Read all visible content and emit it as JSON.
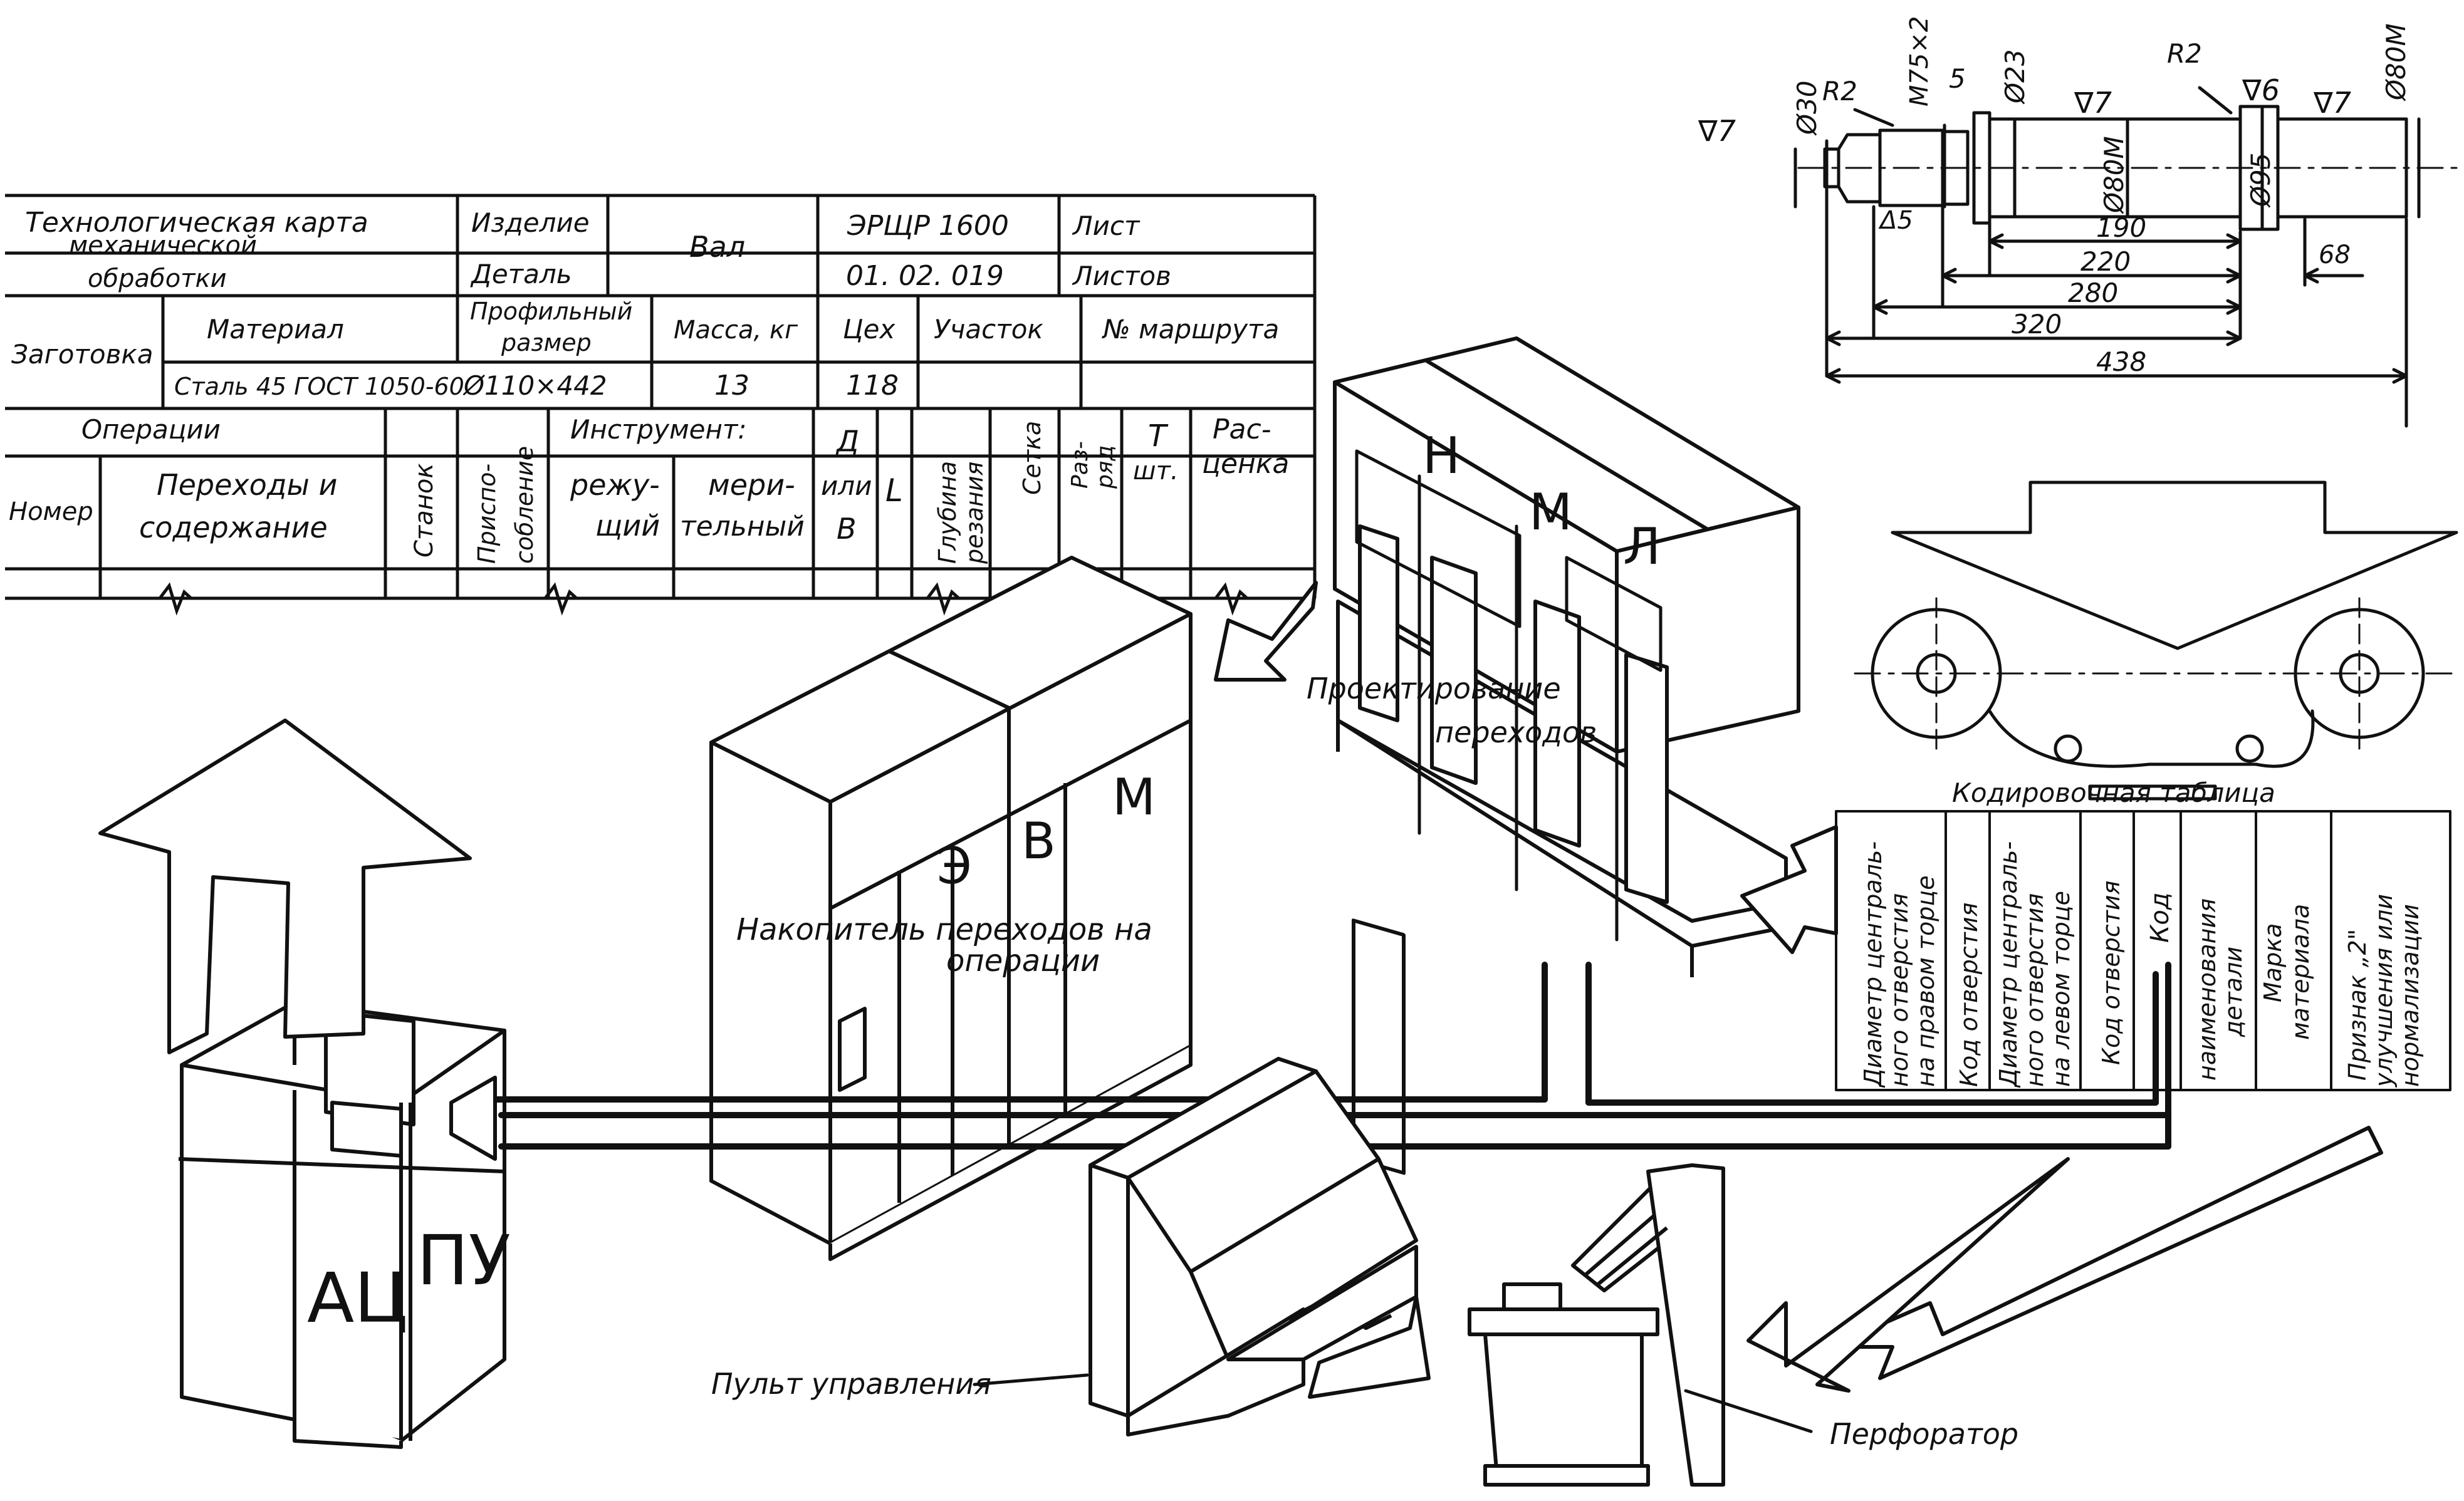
{
  "card": {
    "title_l1": "Технологическая карта",
    "title_l2": "механической",
    "title_l3": "обработки",
    "izdelie": "Изделие",
    "detal": "Деталь",
    "val": "Вал",
    "product_code": "ЭРЩР 1600",
    "detail_code": "01. 02. 019",
    "list": "Лист",
    "listov": "Листов",
    "zagotovka": "Заготовка",
    "material": "Материал",
    "prof_l1": "Профильный",
    "prof_l2": "размер",
    "massa": "Масса, кг",
    "ceh": "Цех",
    "uchastok": "Участок",
    "marshrut": "№ маршрута",
    "material_value": "Сталь 45 ГОСТ 1050-60",
    "prof_value": "Ø110×442",
    "massa_value": "13",
    "ceh_value": "118",
    "operacii": "Операции",
    "nomer": "Номер",
    "perehody_l1": "Переходы и",
    "perehody_l2": "содержание",
    "stanok": "Станок",
    "prisp_l1": "Приспо-",
    "prisp_l2": "собление",
    "instrument": "Инструмент:",
    "rezh_l1": "режу-",
    "rezh_l2": "щий",
    "mer_l1": "мери-",
    "mer_l2": "тельный",
    "d_l1": "Д",
    "d_l2": "или",
    "d_l3": "В",
    "L": "L",
    "glub_l1": "Глубина",
    "glub_l2": "резания",
    "setka": "Сетка",
    "razr_l1": "Раз-",
    "razr_l2": "ряд",
    "t_l1": "Т",
    "t_l2": "шт.",
    "rasc_l1": "Рас-",
    "rasc_l2": "ценка"
  },
  "shaft": {
    "d30": "Ø30",
    "r2a": "R2",
    "m75": "М75×2",
    "five": "5",
    "d23": "Ø23",
    "nabla7a": "∇7",
    "r2b": "R2",
    "nabla6": "∇6",
    "nabla7b": "∇7",
    "d80m_top": "Ø80М",
    "nabla7_left": "∇7",
    "d80m_mid": "Ø80М",
    "d95": "Ø95",
    "delta5": "Δ5",
    "dim190": "190",
    "dim68": "68",
    "dim220": "220",
    "dim280": "280",
    "dim320": "320",
    "dim438": "438"
  },
  "coding": {
    "title": "Кодировочная таблица",
    "cols": [
      [
        "Диаметр централь-",
        "ного отверстия",
        "на правом торце"
      ],
      [
        "Код отверстия"
      ],
      [
        "Диаметр централь-",
        "ного отверстия",
        "на левом торце"
      ],
      [
        "Код отверстия"
      ],
      [
        "Код",
        "наименования",
        "детали"
      ],
      [
        "Марка",
        "материала"
      ],
      [
        "Признак „2\"",
        "улучшения или",
        "нормализации"
      ]
    ]
  },
  "units": {
    "proj_l1": "Проектирование",
    "proj_l2": "переходов",
    "proj_n": "Н",
    "proj_m": "М",
    "proj_l": "Л",
    "evm_e": "Э",
    "evm_v": "В",
    "evm_m": "М",
    "nak_l1": "Накопитель переходов на",
    "nak_l2": "операции",
    "ac": "АЦ",
    "pu": "ПУ",
    "pult": "Пульт управления",
    "perforator": "Перфоратор"
  }
}
